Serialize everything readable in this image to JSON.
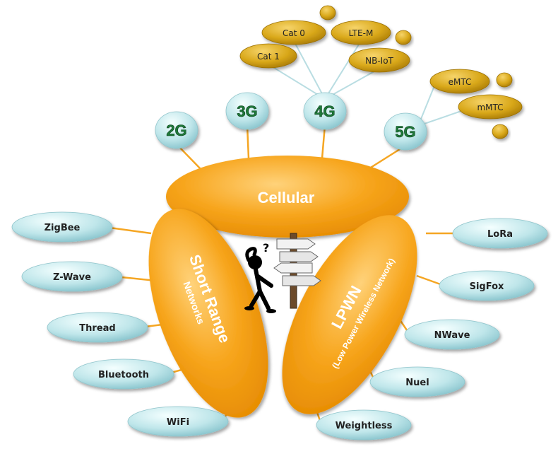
{
  "cellular": {
    "label": "Cellular",
    "generations": [
      "2G",
      "3G",
      "4G",
      "5G"
    ],
    "lte_variants": [
      "Cat 0",
      "LTE-M",
      "Cat 1",
      "NB-IoT"
    ],
    "fiveg_variants": [
      "eMTC",
      "mMTC"
    ]
  },
  "short_range": {
    "title": "Short Range",
    "subtitle": "Networks",
    "technologies": [
      "ZigBee",
      "Z-Wave",
      "Thread",
      "Bluetooth",
      "WiFi"
    ]
  },
  "lpwn": {
    "title": "LPWN",
    "subtitle": "(Low Power Wireless Network)",
    "technologies": [
      "LoRa",
      "SigFox",
      "NWave",
      "Nuel",
      "Weightless"
    ]
  },
  "colors": {
    "core_orange": "#f7a51c",
    "bubble_blue": "#bfe6ea",
    "bubble_gold": "#d9a81a",
    "connector_orange": "#f5a623",
    "connector_blue": "#b9dde2"
  },
  "icons": [
    "confused-stick-figure-icon",
    "signpost-icon"
  ]
}
